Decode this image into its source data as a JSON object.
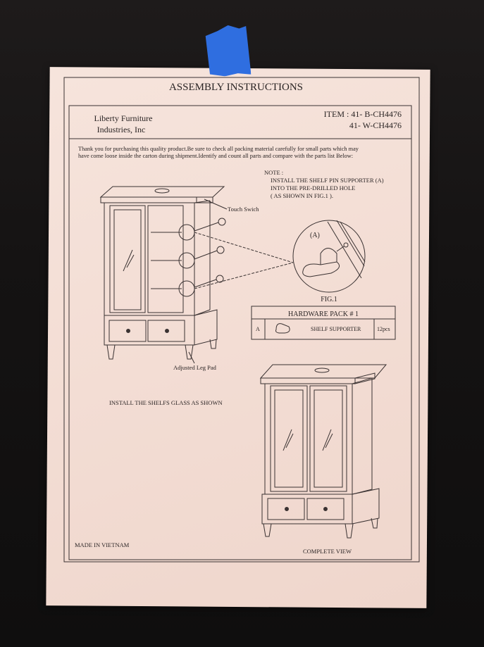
{
  "title": "ASSEMBLY INSTRUCTIONS",
  "company": {
    "line1": "Liberty Furniture",
    "line2": "Industries, Inc"
  },
  "item": {
    "line1": "ITEM : 41- B-CH4476",
    "line2": "41- W-CH4476"
  },
  "intro": {
    "line1": "Thank you for purchasing this quality product.Be sure to check all packing material carefully for small parts which may",
    "line2": "have come loose inside the carton during shipment.Identify and count all parts and compare with the parts list Below:"
  },
  "note": {
    "heading": "NOTE :",
    "line1": "INSTALL THE SHELF PIN SUPPORTER (A)",
    "line2": "INTO THE PRE-DRILLED HOLE",
    "line3": "( AS SHOWN IN FIG.1 )."
  },
  "labels": {
    "touch_switch": "Touch Swich",
    "leg_pad": "Adjusted Leg Pad",
    "fig_part": "(A)",
    "fig": "FIG.1",
    "install_glass": "INSTALL THE SHELFS GLASS AS SHOWN",
    "made_in": "MADE IN VIETNAM",
    "complete_view": "COMPLETE VIEW"
  },
  "hardware": {
    "title": "HARDWARE PACK # 1",
    "rows": [
      {
        "code": "A",
        "name": "SHELF SUPPORTER",
        "qty": "12pcs"
      }
    ]
  }
}
